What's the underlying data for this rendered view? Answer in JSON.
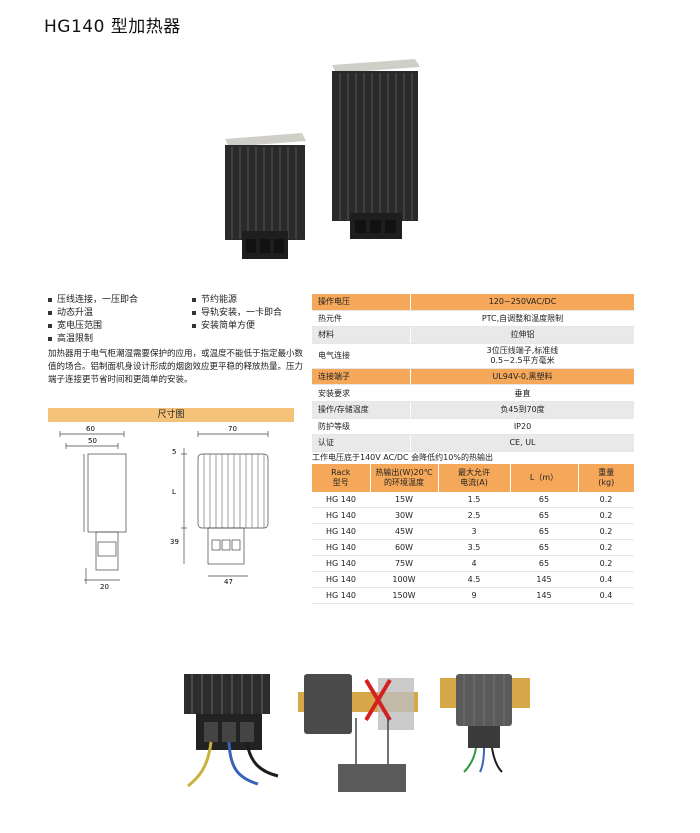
{
  "title": "HG140 型加热器",
  "features": {
    "left": [
      "压线连接，一压即合",
      "动态升温",
      "宽电压范围",
      "高温限制"
    ],
    "right": [
      "节约能源",
      "导轨安装，一卡即合",
      "安装简单方便"
    ]
  },
  "description": "加热器用于电气柜潮湿需要保护的应用，或温度不能低于指定最小数值的场合。铝制面机身设计形成的烟囱效应更平稳的释放热量。压力端子连接更节省时间和更简单的安装。",
  "dimension_header": "尺寸图",
  "dimensions": {
    "front_width": "60",
    "front_inner": "50",
    "side_width": "70",
    "top_offset": "5",
    "length": "L",
    "bottom_height": "39",
    "base_width": "20",
    "terminal_width": "47"
  },
  "spec_table": [
    {
      "k": "操作电压",
      "v": "120~250VAC/DC"
    },
    {
      "k": "热元件",
      "v": "PTC,自调整和温度限制"
    },
    {
      "k": "材料",
      "v": "拉伸铝"
    },
    {
      "k": "电气连接",
      "v": "3位压线端子,标准线",
      "v2": "0.5~2.5平方毫米"
    },
    {
      "k": "连接端子",
      "v": "UL94V-0,黑塑料"
    },
    {
      "k": "安装要求",
      "v": "垂直"
    },
    {
      "k": "操作/存储温度",
      "v": "负45到70度"
    },
    {
      "k": "防护等级",
      "v": "IP20"
    },
    {
      "k": "认证",
      "v": "CE, UL"
    }
  ],
  "note": "工作电压底于140V AC/DC 会降低约10%的热输出",
  "output_table": {
    "headers": [
      [
        "Rack",
        "型号"
      ],
      [
        "热输出(W)20℃",
        "的环境温度"
      ],
      [
        "最大允许",
        "电流(A)"
      ],
      [
        "L（m）"
      ],
      [
        "重量",
        "(kg)"
      ]
    ],
    "rows": [
      [
        "HG 140",
        "15W",
        "1.5",
        "65",
        "0.2"
      ],
      [
        "HG 140",
        "30W",
        "2.5",
        "65",
        "0.2"
      ],
      [
        "HG 140",
        "45W",
        "3",
        "65",
        "0.2"
      ],
      [
        "HG 140",
        "60W",
        "3.5",
        "65",
        "0.2"
      ],
      [
        "HG 140",
        "75W",
        "4",
        "65",
        "0.2"
      ],
      [
        "HG 140",
        "100W",
        "4.5",
        "145",
        "0.4"
      ],
      [
        "HG 140",
        "150W",
        "9",
        "145",
        "0.4"
      ]
    ]
  },
  "colors": {
    "orange_header": "#f5a75a",
    "light_orange": "#f5c27a",
    "row_gray": "#e9e9e9",
    "heater_body": "#2b2b2b"
  }
}
